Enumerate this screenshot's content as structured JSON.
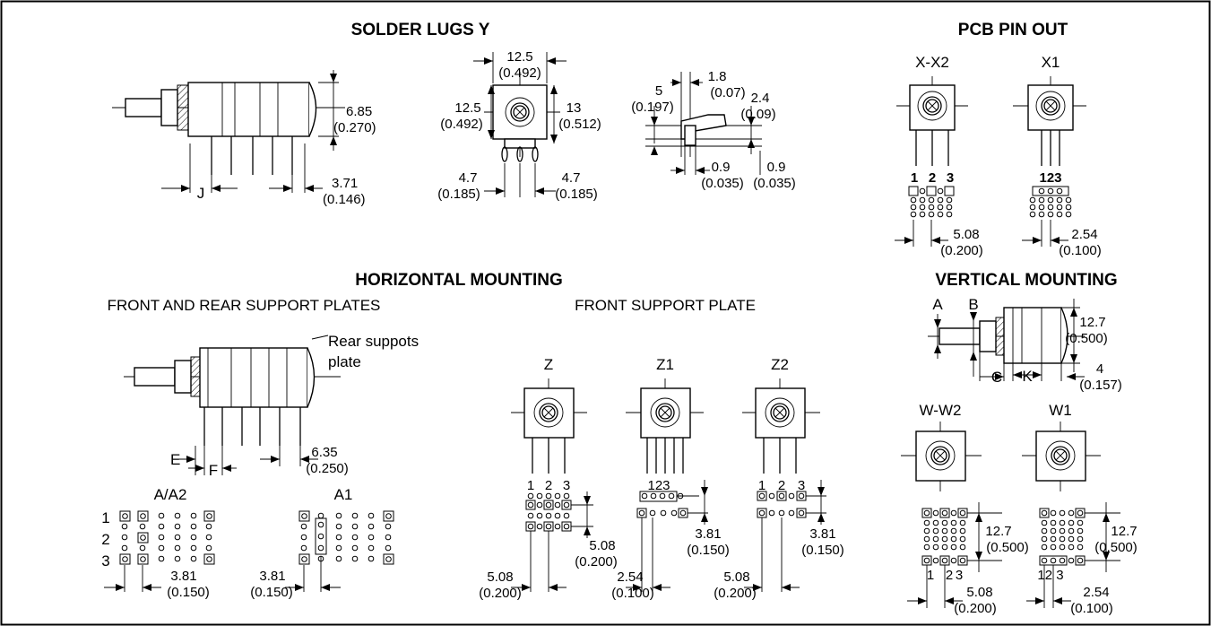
{
  "headings": {
    "solder_lugs": "SOLDER LUGS Y",
    "pcb_pin_out": "PCB PIN OUT",
    "horizontal": "HORIZONTAL MOUNTING",
    "vertical": "VERTICAL MOUNTING"
  },
  "subheadings": {
    "front_rear": "FRONT AND REAR SUPPORT PLATES",
    "front_plate": "FRONT SUPPORT PLATE"
  },
  "solder_lugs": {
    "side_height": [
      "6.85",
      "(0.270)"
    ],
    "side_pitch": [
      "3.71",
      "(0.146)"
    ],
    "side_j": "J",
    "front_width": [
      "12.5",
      "(0.492)"
    ],
    "front_left": [
      "12.5",
      "(0.492)"
    ],
    "front_right": [
      "13",
      "(0.512)"
    ],
    "pin_left": [
      "4.7",
      "(0.185)"
    ],
    "pin_right": [
      "4.7",
      "(0.185)"
    ],
    "lug_a": [
      "5",
      "(0.197)"
    ],
    "lug_b": [
      "1.8",
      "(0.07)"
    ],
    "lug_c": [
      "2.4",
      "(0.09)"
    ],
    "lug_d": [
      "0.9",
      "(0.035)"
    ],
    "lug_e": [
      "0.9",
      "(0.035)"
    ]
  },
  "pcb": {
    "xx2": "X-X2",
    "x1": "X1",
    "pins_spaced": [
      "1",
      "2",
      "3"
    ],
    "pins_tight": "123",
    "dim_left": [
      "5.08",
      "(0.200)"
    ],
    "dim_right": [
      "2.54",
      "(0.100)"
    ]
  },
  "horizontal": {
    "callout": [
      "Rear suppots",
      "plate"
    ],
    "e": "E",
    "f": "F",
    "pitch": [
      "6.35",
      "(0.250)"
    ],
    "aa2": "A/A2",
    "a1": "A1",
    "rows": [
      "1",
      "2",
      "3"
    ],
    "dim_a": [
      "3.81",
      "(0.150)"
    ],
    "dim_b": [
      "3.81",
      "(0.150)"
    ]
  },
  "front_plate": {
    "z": "Z",
    "z1": "Z1",
    "z2": "Z2",
    "pins_spaced": [
      "1",
      "2",
      "3"
    ],
    "pins_tight": "123",
    "z_dim_v": [
      "5.08",
      "(0.200)"
    ],
    "z_dim_h": [
      "5.08",
      "(0.200)"
    ],
    "z1_dim_v": [
      "3.81",
      "(0.150)"
    ],
    "z1_dim_h": [
      "2.54",
      "(0.100)"
    ],
    "z2_dim_v": [
      "3.81",
      "(0.150)"
    ],
    "z2_dim_h": [
      "5.08",
      "(0.200)"
    ]
  },
  "vertical": {
    "a": "A",
    "b": "B",
    "c": "C",
    "k": "K",
    "height": [
      "12.7",
      "(0.500)"
    ],
    "depth": [
      "4",
      "(0.157)"
    ],
    "ww2": "W-W2",
    "w1": "W1",
    "w_pins_spaced": [
      "1",
      "2",
      "3"
    ],
    "w_pins_tight": "12 3",
    "ww2_v": [
      "12.7",
      "(0.500)"
    ],
    "ww2_h": [
      "5.08",
      "(0.200)"
    ],
    "w1_v": [
      "12.7",
      "(0.500)"
    ],
    "w1_h": [
      "2.54",
      "(0.100)"
    ]
  }
}
